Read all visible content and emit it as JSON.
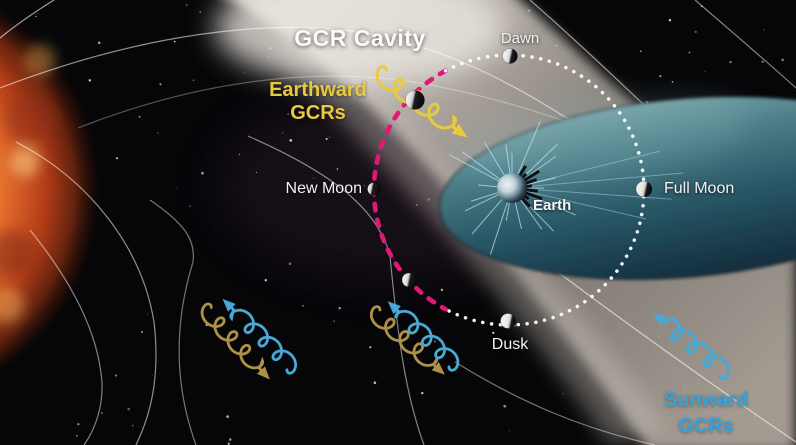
{
  "figure": {
    "title": "GCR Cavity",
    "labels": {
      "dawn": "Dawn",
      "new_moon": "New Moon",
      "full_moon": "Full Moon",
      "dusk": "Dusk",
      "earth": "Earth"
    },
    "annotations": {
      "earthward": {
        "line1": "Earthward",
        "line2": "GCRs"
      },
      "sunward": {
        "line1": "Sunward",
        "line2": "GCRs"
      }
    },
    "colors": {
      "gcr_pink": "#e0187a",
      "earthward_yellow": "#e9ca3d",
      "gcr_tan": "#ad9149",
      "coil_blue": "#46a9d6",
      "sunward_blue": "#35a3da",
      "cavity_gray": "#b6afa7",
      "magnetotail_teal": "#2a5a68",
      "sun_orange": "#f6a13c",
      "orbit_white": "#ffffff"
    }
  }
}
